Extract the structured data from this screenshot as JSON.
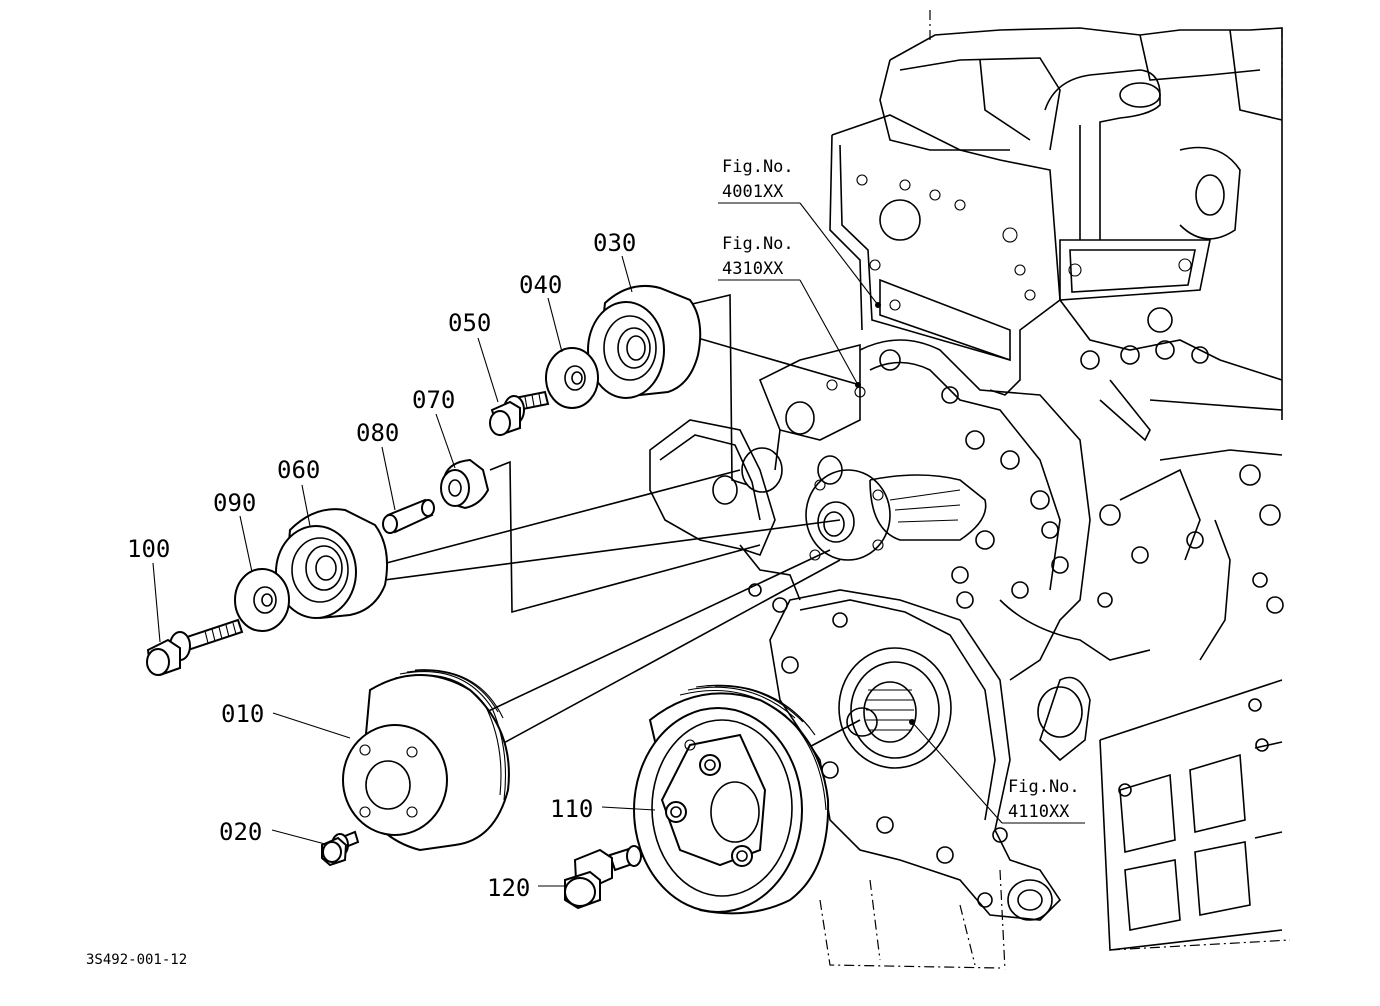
{
  "diagram_code": "3S492-001-12",
  "callouts": {
    "p010": "010",
    "p020": "020",
    "p030": "030",
    "p040": "040",
    "p050": "050",
    "p060": "060",
    "p070": "070",
    "p080": "080",
    "p090": "090",
    "p100": "100",
    "p110": "110",
    "p120": "120"
  },
  "figure_refs": {
    "f4001": {
      "label": "Fig.No.",
      "number": "4001XX"
    },
    "f4310": {
      "label": "Fig.No.",
      "number": "4310XX"
    },
    "f4110": {
      "label": "Fig.No.",
      "number": "4110XX"
    }
  }
}
